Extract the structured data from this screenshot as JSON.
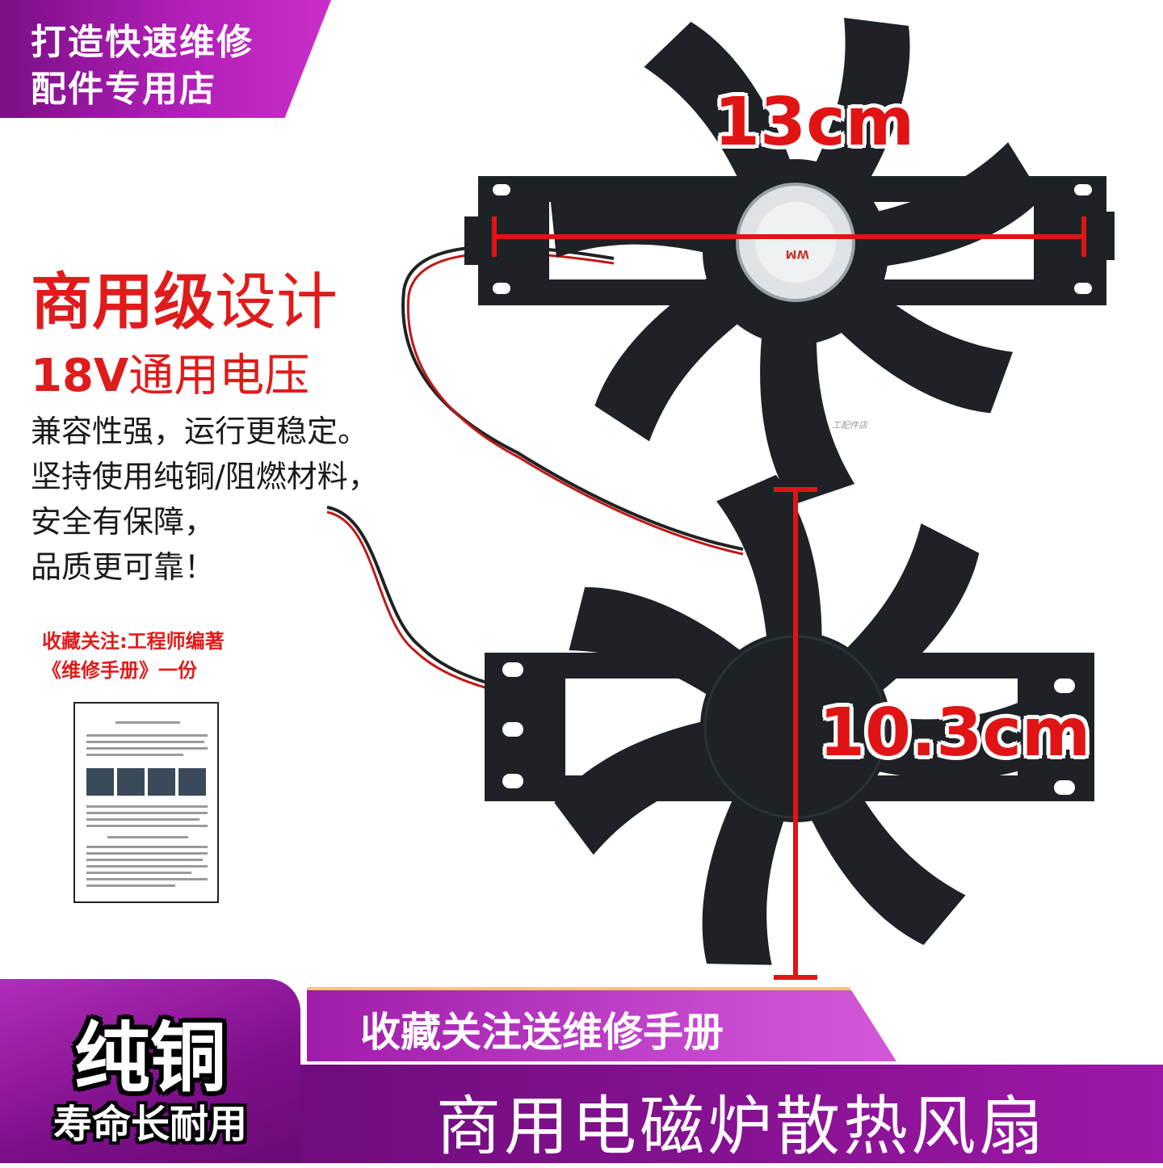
{
  "top_banner": {
    "line1": "打造快速维修",
    "line2": "配件专用店"
  },
  "feature": {
    "title_bold": "商用级",
    "title_light": "设计",
    "voltage_bold": "18V",
    "voltage_light": "通用电压",
    "desc": [
      "兼容性强，运行更稳定。",
      "坚持使用纯铜/阻燃材料，",
      "安全有保障，",
      "品质更可靠！"
    ]
  },
  "promo_note": {
    "line1": "收藏关注:工程师编著",
    "line2": "《维修手册》一份"
  },
  "dimensions": {
    "width_label": "13cm",
    "height_label": "10.3cm"
  },
  "bottom": {
    "badge_main": "纯铜",
    "badge_sub": "寿命长耐用",
    "promo_bar": "收藏关注送维修手册",
    "product_name": "商用电磁炉散热风扇"
  },
  "colors": {
    "accent_purple": "#9c18a6",
    "accent_red": "#e01b1b",
    "fan_black": "#1e2226"
  }
}
